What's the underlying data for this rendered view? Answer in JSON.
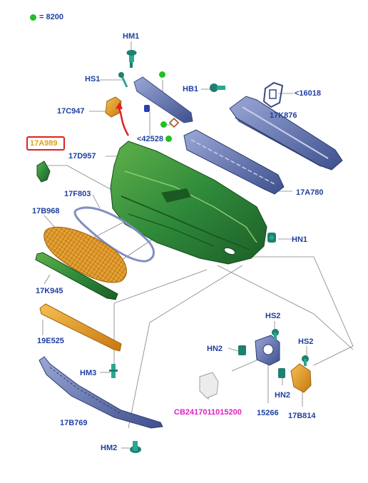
{
  "legend": {
    "value": "= 8200",
    "dot_color": "#20c020"
  },
  "labels": {
    "hm1": "HM1",
    "hs1": "HS1",
    "hb1": "HB1",
    "p16018": "<16018",
    "p17c947": "17C947",
    "p17k876": "17K876",
    "p42528": "<42528",
    "p17a989": "17A989",
    "p17d957": "17D957",
    "p17f803": "17F803",
    "p17a780": "17A780",
    "p17b968": "17B968",
    "hn1": "HN1",
    "p17k945": "17K945",
    "p19e525": "19E525",
    "hs2a": "HS2",
    "hn2a": "HN2",
    "hs2b": "HS2",
    "hm3": "HM3",
    "hn2b": "HN2",
    "cb": "CB2417011015200",
    "p15266": "15266",
    "p17b814": "17B814",
    "p17b769": "17B769",
    "hm2": "HM2"
  },
  "colors": {
    "label": "#1f3fa0",
    "highlight_text": "#e0a020",
    "highlight_box": "#e02020",
    "bumper": "#2f8a3a",
    "grille": "#e8a020",
    "beam": "#5a6fb0",
    "fastener": "#2aa890",
    "pink": "#e020c0"
  }
}
